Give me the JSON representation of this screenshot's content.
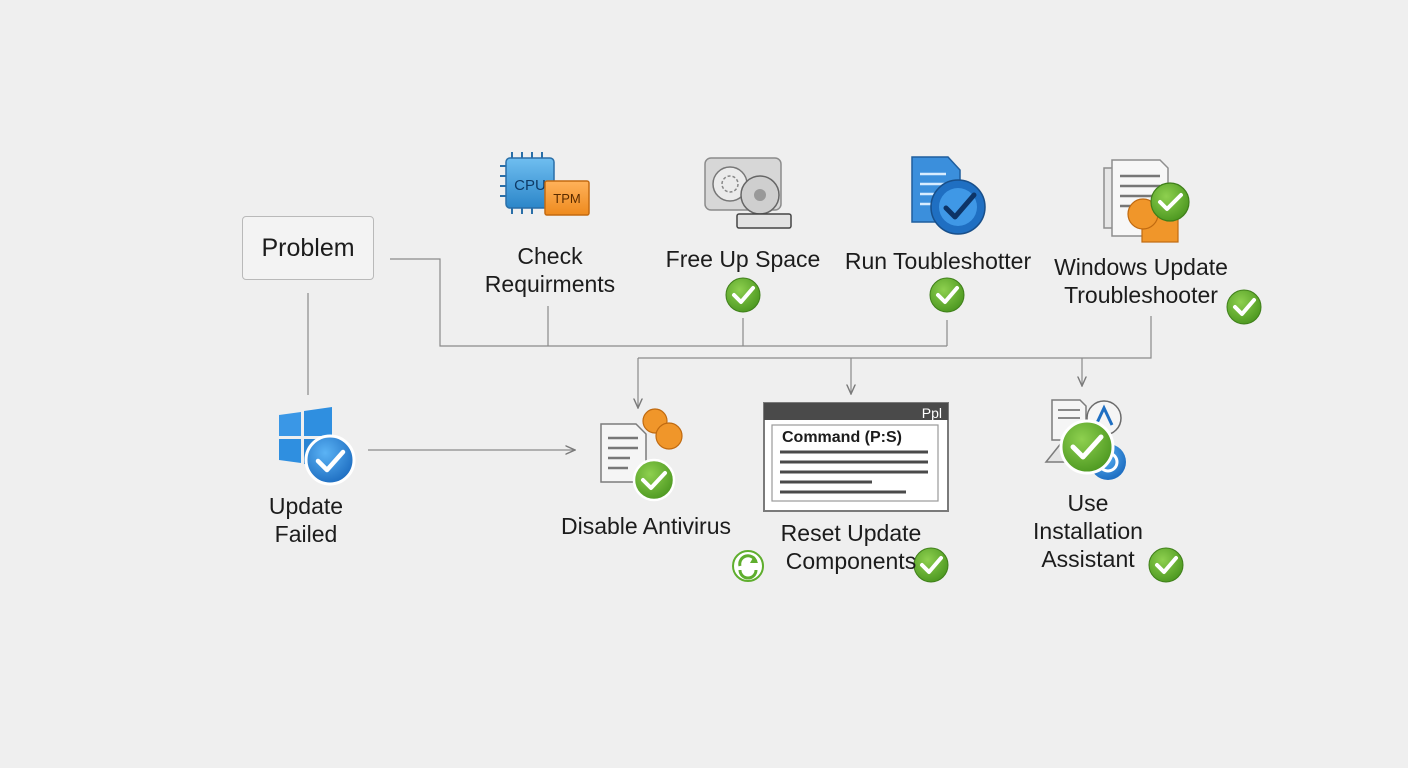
{
  "nodes": {
    "problem": "Problem",
    "update_failed": [
      "Update",
      "Failed"
    ],
    "check_requirements": [
      "Check",
      "Requirments"
    ],
    "free_up_space": "Free Up Space",
    "run_troubleshooter": "Run Toubleshotter",
    "windows_update_troubleshooter": [
      "Windows Update",
      "Troubleshooter"
    ],
    "disable_antivirus": "Disable Antivirus",
    "reset_update_components": [
      "Reset Update",
      "Components"
    ],
    "use_installation_assistant": [
      "Use",
      "Installation",
      "Assistant"
    ]
  },
  "icon_text": {
    "cpu": "CPU",
    "tpm": "TPM",
    "command_window_title": "Ppl",
    "command_window_heading": "Command (P:S)"
  },
  "colors": {
    "background": "#efefef",
    "connector": "#8a8a8a",
    "check_green": "#5fae2e",
    "windows_blue": "#2f8fe0",
    "accent_orange": "#f0962a"
  }
}
